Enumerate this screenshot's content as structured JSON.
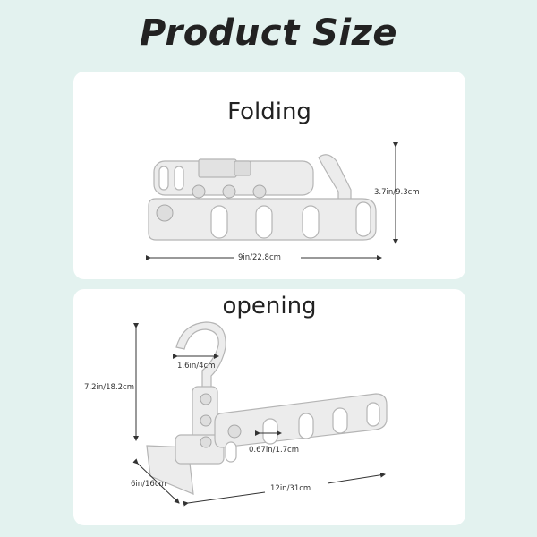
{
  "title": "Product Size",
  "folding": {
    "heading": "Folding",
    "height_label": "3.7in/9.3cm",
    "width_label": "9in/22.8cm"
  },
  "opening": {
    "heading": "opening",
    "hook_label": "1.6in/4cm",
    "height_label": "7.2in/18.2cm",
    "hole_label": "0.67in/1.7cm",
    "depth_label": "6in/16cm",
    "length_label": "12in/31cm"
  },
  "colors": {
    "background": "#e3f2ef",
    "panel": "#ffffff",
    "product": "#ececec",
    "product_stroke": "#b9b9b9"
  }
}
